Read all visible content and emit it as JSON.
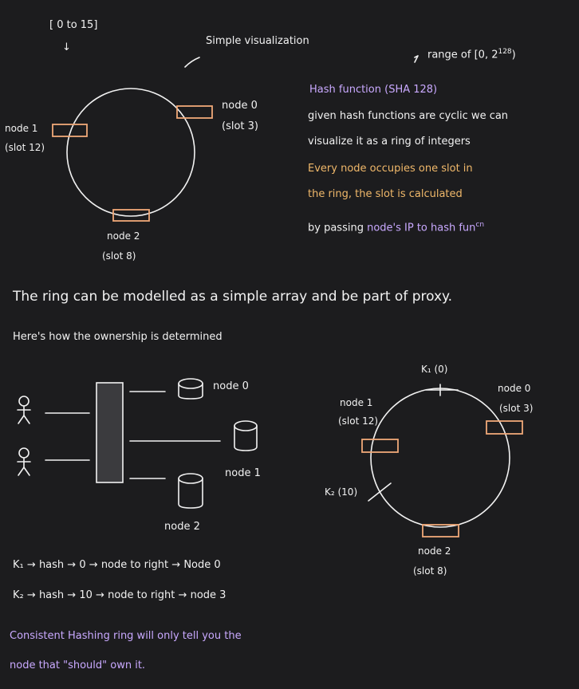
{
  "diagram1": {
    "range_label": "[ 0 to 15]",
    "range_arrow": "↓",
    "viz_label": "Simple visualization",
    "node0": {
      "name": "node 0",
      "slot": "(slot 3)"
    },
    "node1": {
      "name": "node 1",
      "slot": "(slot 12)"
    },
    "node2": {
      "name": "node 2",
      "slot": "(slot 8)"
    }
  },
  "hash_notes": {
    "range_prefix": "range of [0, 2",
    "range_exp": "128",
    "range_suffix": ")",
    "heading": "Hash function  (SHA 128)",
    "line1": "given hash functions are cyclic we can",
    "line2": "visualize it as a ring of integers",
    "line3": "Every node  occupies one slot in",
    "line4": "the ring, the slot is calculated",
    "line5_prefix": "by passing",
    "line5_colored": "node's IP to hash fun",
    "line5_sup": "cn"
  },
  "ring_array_note": "The ring can be modelled as a simple array and be part of proxy.",
  "ownership_note": "Here's how the ownership is determined",
  "proxy_diagram": {
    "node0": "node 0",
    "node1": "node 1",
    "node2": "node 2"
  },
  "diagram2": {
    "k1": "K₁ (0)",
    "k2": "K₂ (10)",
    "node0": {
      "name": "node 0",
      "slot": "(slot 3)"
    },
    "node1": {
      "name": "node 1",
      "slot": "(slot 12)"
    },
    "node2": {
      "name": "node 2",
      "slot": "(slot 8)"
    }
  },
  "key_rows": [
    {
      "key": "K₁",
      "a1": "→",
      "hash": "hash",
      "a2": "→",
      "slot": "0",
      "a3": "→",
      "dir": "node to right",
      "a4": "→",
      "node": "Node 0"
    },
    {
      "key": "K₂",
      "a1": "→",
      "hash": "hash",
      "a2": "→",
      "slot": "10",
      "a3": "→",
      "dir": "node to right",
      "a4": "→",
      "node": "node 3"
    }
  ],
  "conclusion_line1": "Consistent Hashing ring will only tell you the",
  "conclusion_line2": "node that \"should\" own it.",
  "colors": {
    "background": "#1c1c1e",
    "ink": "#f2f2f2",
    "violet_text": "#c9a9ff",
    "orange_text": "#f0b86a",
    "slot_box": "#f0a878"
  }
}
